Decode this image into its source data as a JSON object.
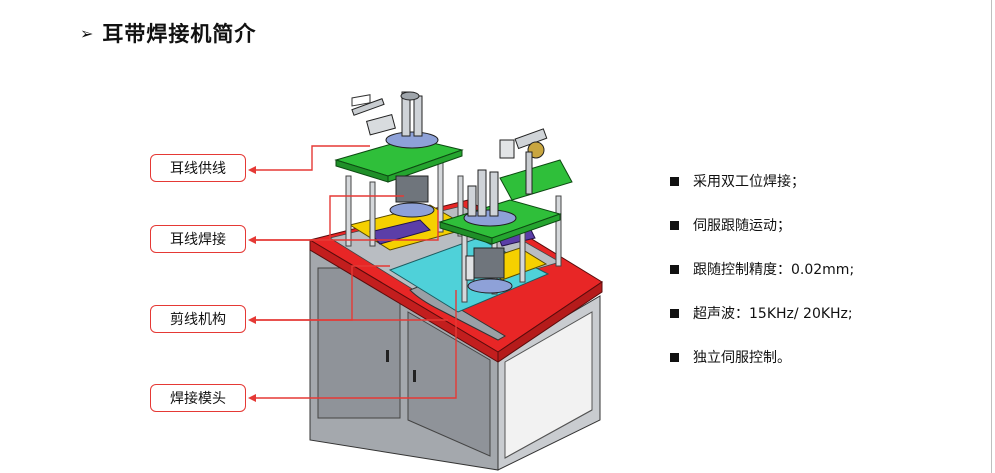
{
  "slide": {
    "title_arrow": "➢",
    "title": "耳带焊接机简介"
  },
  "callouts": [
    {
      "label": "耳线供线"
    },
    {
      "label": "耳线焊接"
    },
    {
      "label": "剪线机构"
    },
    {
      "label": "焊接模头"
    }
  ],
  "features": [
    {
      "text": "采用双工位焊接；"
    },
    {
      "text": "伺服跟随运动；"
    },
    {
      "text": "跟随控制精度：0.02mm;"
    },
    {
      "text": "超声波：15KHz/ 20KHz;"
    },
    {
      "text": "独立伺服控制。"
    }
  ],
  "colors": {
    "callout_border": "#e53935",
    "leader_line": "#e53935",
    "plate_red": "#e82626",
    "plate_green": "#2fbf3a",
    "plate_yellow": "#f5d000",
    "plate_cyan": "#4fd1d9",
    "frame_gray": "#8f9399",
    "purple_block": "#5b3ea8"
  },
  "image": {
    "subject": "machine-illustration"
  }
}
